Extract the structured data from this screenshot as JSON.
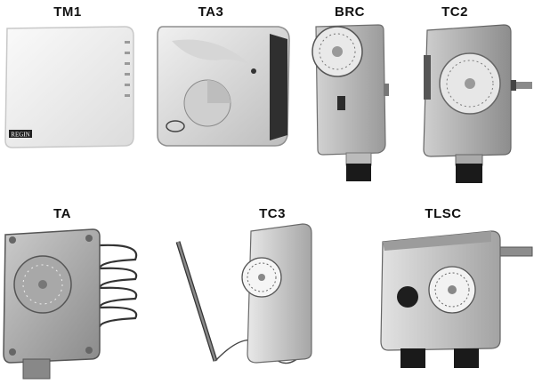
{
  "labels": {
    "tm1": "TM1",
    "ta3": "TA3",
    "brc": "BRC",
    "tc2": "TC2",
    "ta": "TA",
    "tc3": "TC3",
    "tlsc": "TLSC"
  },
  "brand": "REGIN"
}
